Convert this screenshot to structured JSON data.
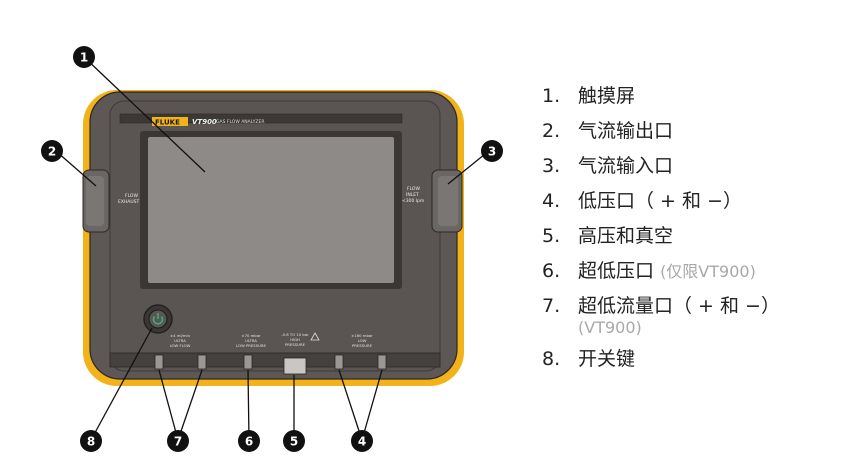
{
  "device": {
    "brand": "FLUKE",
    "model": "VT900",
    "model_subtitle": "GAS FLOW ANALYZER",
    "port_labels": {
      "flow_exhaust": [
        "FLOW",
        "EXHAUST"
      ],
      "flow_inlet": [
        "FLOW",
        "INLET",
        "<300 lpm"
      ],
      "ultra_low_flow": [
        "±4 ml/min",
        "ULTRA",
        "LOW FLOW"
      ],
      "ultra_low_pressure": [
        "±70 mbar",
        "ULTRA",
        "LOW PRESSURE"
      ],
      "high_pressure": [
        "-0.8 TO 10 bar",
        "HIGH",
        "PRESSURE"
      ],
      "low_pressure": [
        "±160 mbar",
        "LOW",
        "PRESSURE"
      ]
    }
  },
  "callouts": [
    "1",
    "2",
    "3",
    "4",
    "5",
    "6",
    "7",
    "8"
  ],
  "legend": [
    {
      "num": "1.",
      "text": "触摸屏",
      "note": ""
    },
    {
      "num": "2.",
      "text": "气流输出口",
      "note": ""
    },
    {
      "num": "3.",
      "text": "气流输入口",
      "note": ""
    },
    {
      "num": "4.",
      "text": "低压口（ + 和 −）",
      "note": ""
    },
    {
      "num": "5.",
      "text": "高压和真空",
      "note": ""
    },
    {
      "num": "6.",
      "text": "超低压口",
      "note": "(仅限VT900)"
    },
    {
      "num": "7.",
      "text": "超低流量口（ + 和 −）",
      "note": "(VT900)"
    },
    {
      "num": "8.",
      "text": "开关键",
      "note": ""
    }
  ],
  "colors": {
    "body": "#5d5855",
    "bezel": "#4a4643",
    "screen": "#8e8a88",
    "bumper": "#f2b21a",
    "callout": "#111111",
    "power_button": "#3fb07a"
  }
}
